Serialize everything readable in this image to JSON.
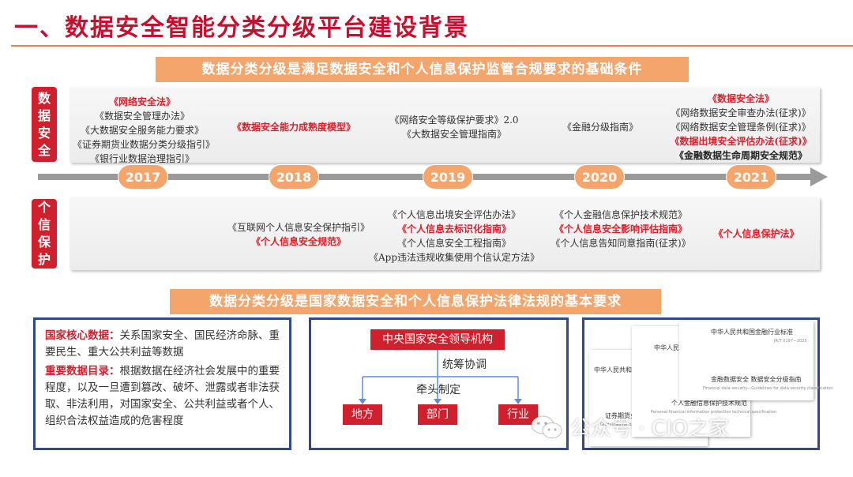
{
  "title": "一、数据安全智能分类分级平台建设背景",
  "banner_top": "数据分类分级是满足数据安全和个人信息保护监管合规要求的基础条件",
  "banner_bottom": "数据分类分级是国家数据安全和个人信息保护法律法规的基本要求",
  "label_security": [
    "数",
    "据",
    "安",
    "全"
  ],
  "label_privacy": [
    "个",
    "信",
    "保",
    "护"
  ],
  "years": [
    "2017",
    "2018",
    "2019",
    "2020",
    "2021"
  ],
  "security": {
    "y2017": [
      "《网络安全法》",
      "《数据安全管理办法》",
      "《大数据安全服务能力要求》",
      "《证券期货业数据分类分级指引》",
      "《银行业数据治理指引》"
    ],
    "y2018": [
      "《数据安全能力成熟度模型》"
    ],
    "y2019": [
      "《网络安全等级保护要求》2.0",
      "《大数据安全管理指南》"
    ],
    "y2020": [
      "《金融分级指南》"
    ],
    "y2021": [
      "《数据安全法》",
      "《网络数据安全审查办法(征求)》",
      "《网络数据安全管理条例(征求)》",
      "《数据出境安全评估办法(征求)》",
      "《金融数据生命周期安全规范》"
    ]
  },
  "privacy": {
    "y2018": [
      "《互联网个人信息安全保护指引》",
      "《个人信息安全规范》"
    ],
    "y2019": [
      "《个人信息出境安全评估办法》",
      "《个人信息去标识化指南》",
      "《个人信息安全工程指南》",
      "《App违法违规收集使用个信认定方法》"
    ],
    "y2020": [
      "《个人金融信息保护技术规范》",
      "《个人信息安全影响评估指南》",
      "《个人信息告知同意指南(征求)》"
    ],
    "y2021": [
      "《个人信息保护法》"
    ]
  },
  "box1": {
    "core_label": "国家核心数据：",
    "core_text": "关系国家安全、国民经济命脉、重要民生、重大公共利益等数据",
    "important_label": "重要数据目录：",
    "important_text": "根据数据在经济社会发展中的重要程度，以及一旦遭到篡改、破坏、泄露或者非法获取、非法利用，对国家安全、公共利益或者个人、组织合法权益造成的危害程度"
  },
  "org": {
    "top": "中央国家安全领导机构",
    "coordinate": "统筹协调",
    "lead": "牵头制定",
    "nodes": [
      "地方",
      "部门",
      "行业"
    ]
  },
  "docs": {
    "d1_header": "中华人民共和国",
    "d2_header": "中华人民共和国",
    "d3_header": "中华人民共和国金融行业标准",
    "d3_code": "JR/T 0197—2020",
    "d3_title": "金融数据安全  数据安全分级指南",
    "d3_sub": "Financial data security—Guidelines for data security classification",
    "d2_title": "个人金融信息保护技术规范",
    "d2_sub": "Personal financial information protection technical specification",
    "d1_title": "证券期货业数据分类分级指引",
    "d1_sub": "Guidelines for data classification of securities and futures industry"
  },
  "watermark": "公众号 · CIO之家"
}
